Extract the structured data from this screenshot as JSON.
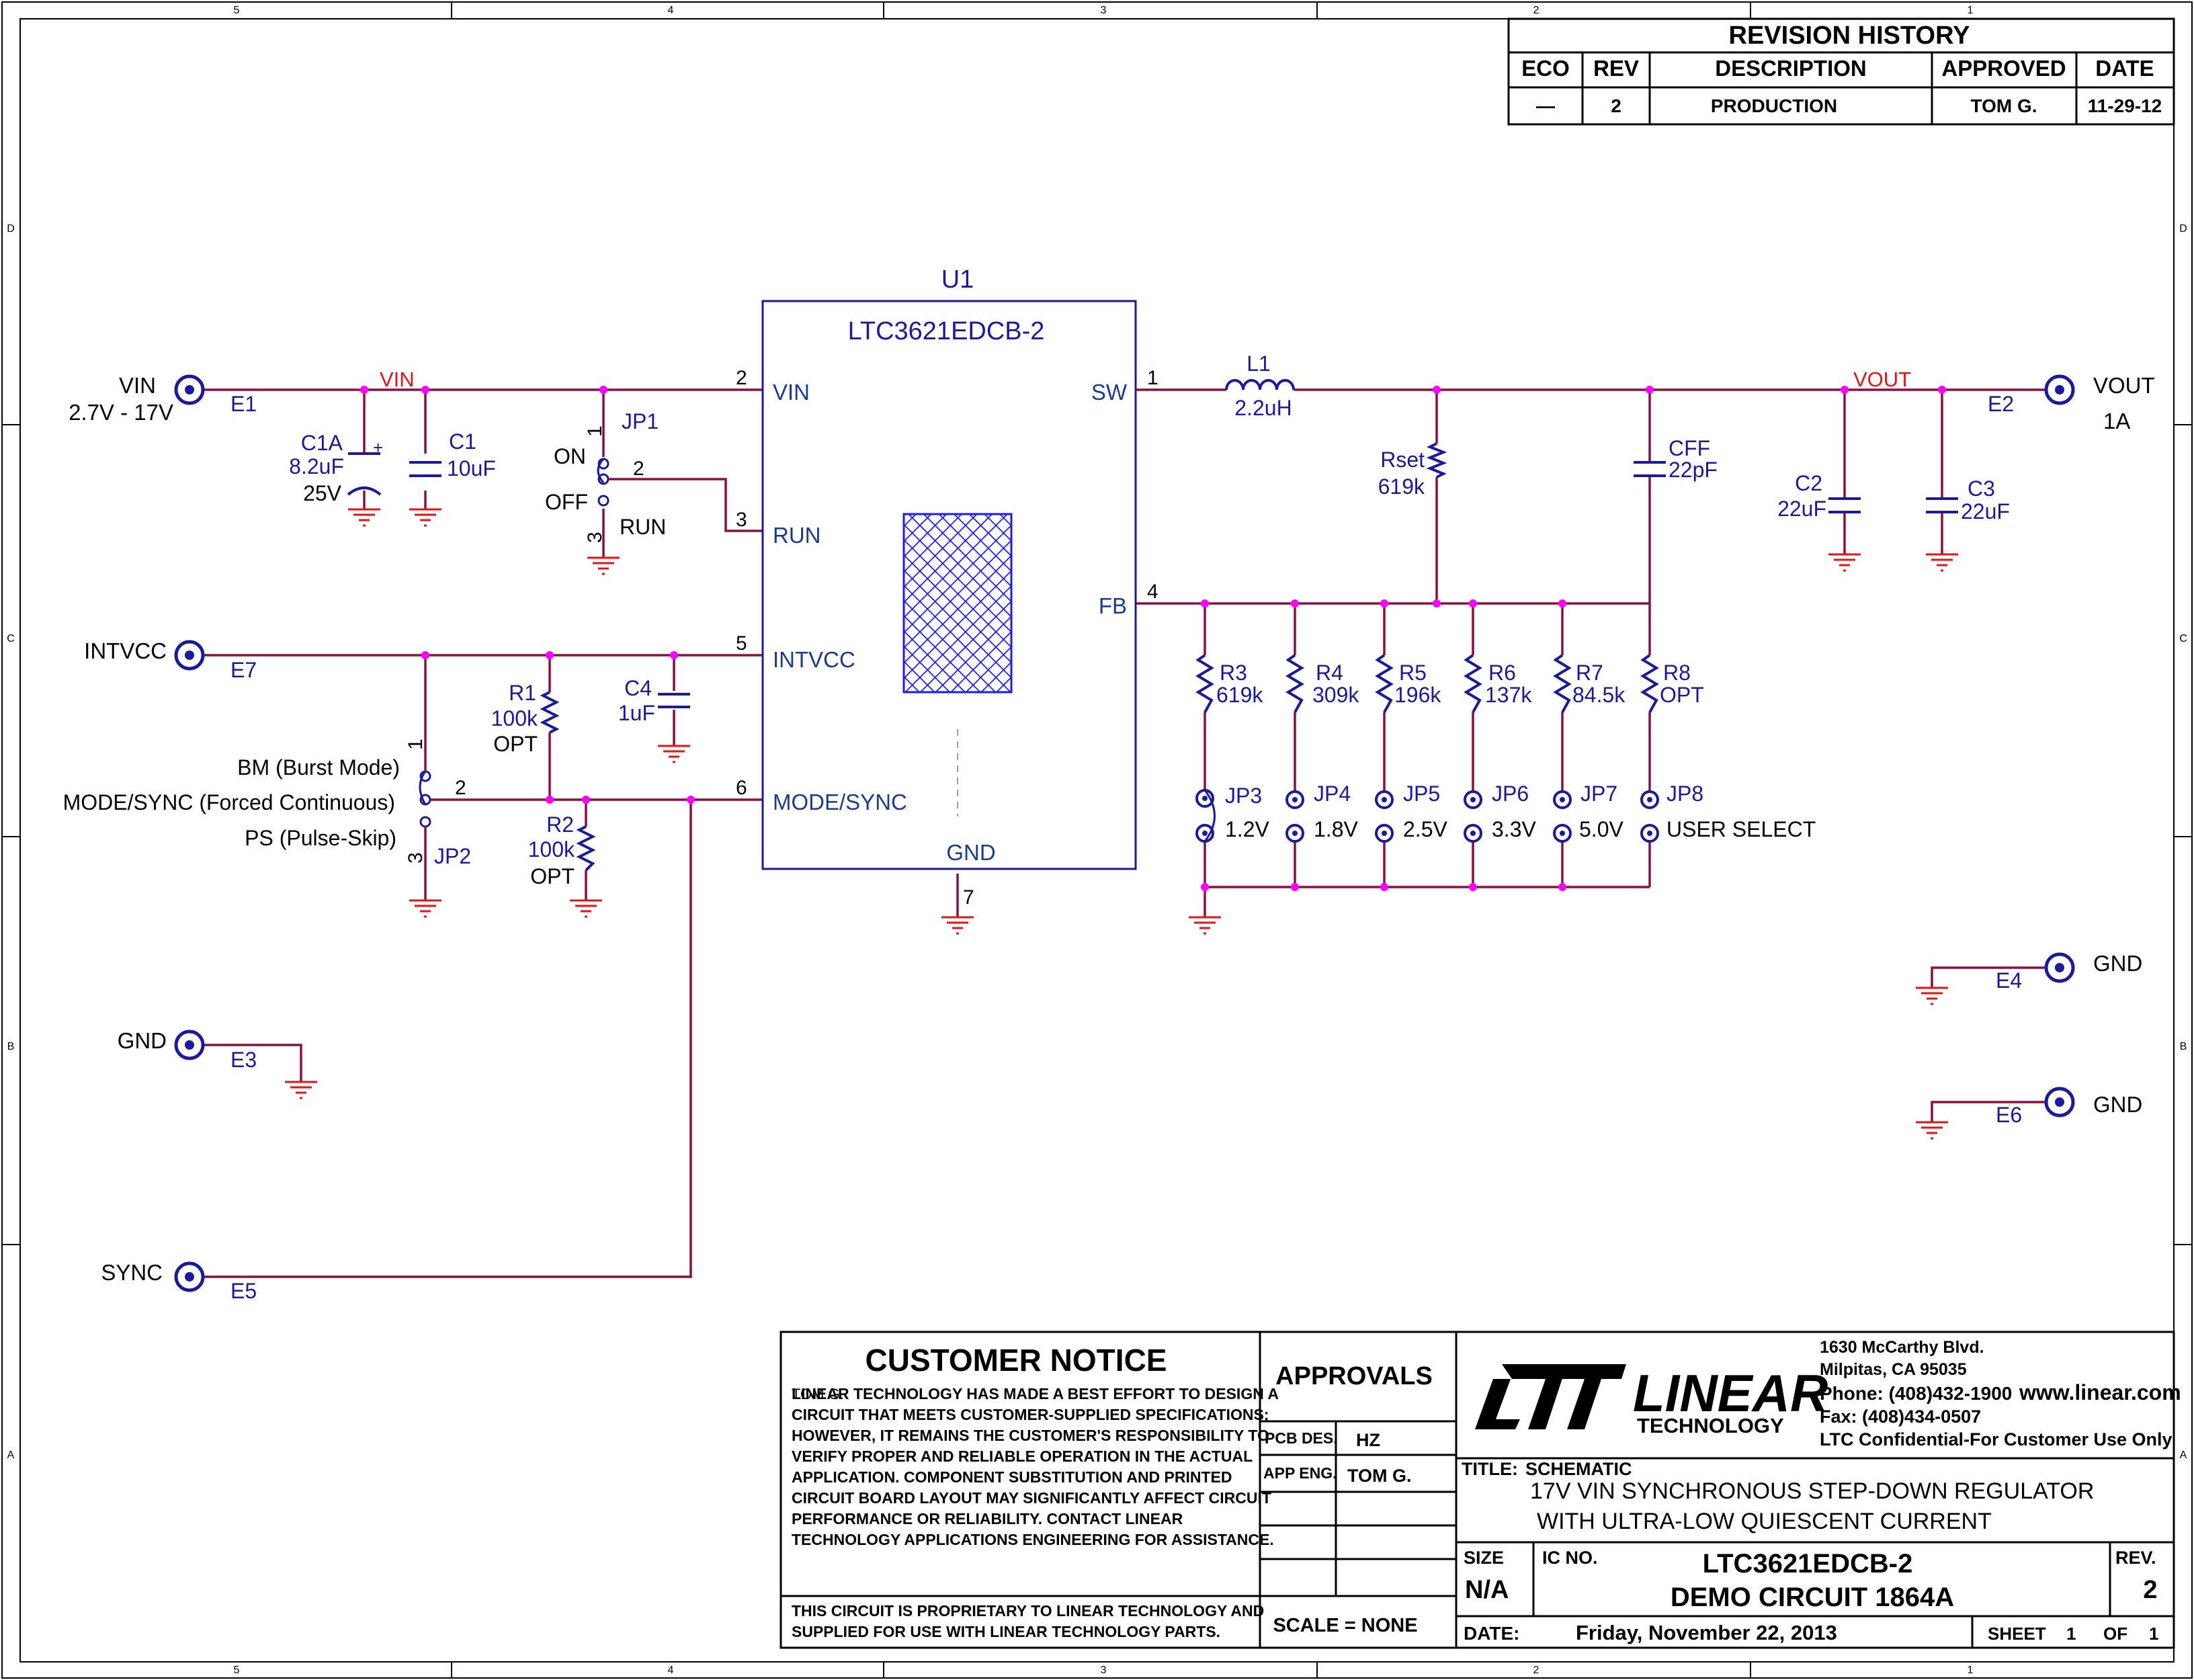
{
  "frame": {
    "cols": [
      "5",
      "4",
      "3",
      "2",
      "1"
    ],
    "rows": [
      "D",
      "C",
      "B",
      "A"
    ]
  },
  "revision": {
    "title": "REVISION HISTORY",
    "headers": [
      "ECO",
      "REV",
      "DESCRIPTION",
      "APPROVED",
      "DATE"
    ],
    "row": [
      "—",
      "2",
      "PRODUCTION",
      "TOM G.",
      "11-29-12"
    ]
  },
  "u1": {
    "ref": "U1",
    "part": "LTC3621EDCB-2",
    "pins": {
      "vin": "VIN",
      "run": "RUN",
      "intvcc": "INTVCC",
      "mode": "MODE/SYNC",
      "sw": "SW",
      "fb": "FB",
      "gnd": "GND"
    },
    "pinnums": {
      "vin": "2",
      "run": "3",
      "intvcc": "5",
      "mode": "6",
      "sw": "1",
      "fb": "4",
      "gnd": "7"
    }
  },
  "terminals": {
    "vin": {
      "name": "VIN",
      "range": "2.7V - 17V",
      "ref": "E1"
    },
    "vout": {
      "name": "VOUT",
      "current": "1A",
      "ref": "E2"
    },
    "intvcc": {
      "name": "INTVCC",
      "ref": "E7"
    },
    "gnd3": {
      "name": "GND",
      "ref": "E3"
    },
    "gnd4": {
      "name": "GND",
      "ref": "E4"
    },
    "gnd6": {
      "name": "GND",
      "ref": "E6"
    },
    "sync": {
      "name": "SYNC",
      "ref": "E5"
    }
  },
  "nets": {
    "vin": "VIN",
    "vout": "VOUT"
  },
  "parts": {
    "c1a": {
      "ref": "C1A",
      "value": "8.2uF",
      "rating": "25V"
    },
    "c1": {
      "ref": "C1",
      "value": "10uF"
    },
    "c4": {
      "ref": "C4",
      "value": "1uF"
    },
    "r1": {
      "ref": "R1",
      "value": "100k",
      "opt": "OPT"
    },
    "r2": {
      "ref": "R2",
      "value": "100k",
      "opt": "OPT"
    },
    "l1": {
      "ref": "L1",
      "value": "2.2uH"
    },
    "rset": {
      "ref": "Rset",
      "value": "619k"
    },
    "cff": {
      "ref": "CFF",
      "value": "22pF"
    },
    "c2": {
      "ref": "C2",
      "value": "22uF"
    },
    "c3": {
      "ref": "C3",
      "value": "22uF"
    }
  },
  "jp1": {
    "ref": "JP1",
    "on": "ON",
    "off": "OFF",
    "p1": "1",
    "p2": "2",
    "p3": "3",
    "net": "RUN"
  },
  "jp2": {
    "ref": "JP2",
    "p1": "1",
    "p2": "2",
    "p3": "3",
    "bm": "BM (Burst Mode)",
    "mode": "MODE/SYNC  (Forced Continuous)",
    "ps": "PS (Pulse-Skip)"
  },
  "fbres": [
    {
      "ref": "R3",
      "value": "619k"
    },
    {
      "ref": "R4",
      "value": "309k"
    },
    {
      "ref": "R5",
      "value": "196k"
    },
    {
      "ref": "R6",
      "value": "137k"
    },
    {
      "ref": "R7",
      "value": "84.5k"
    },
    {
      "ref": "R8",
      "value": "OPT"
    }
  ],
  "fbjp": [
    {
      "ref": "JP3",
      "value": "1.2V"
    },
    {
      "ref": "JP4",
      "value": "1.8V"
    },
    {
      "ref": "JP5",
      "value": "2.5V"
    },
    {
      "ref": "JP6",
      "value": "3.3V"
    },
    {
      "ref": "JP7",
      "value": "5.0V"
    },
    {
      "ref": "JP8",
      "value": "USER SELECT"
    }
  ],
  "notice": {
    "title": "CUSTOMER NOTICE",
    "overlay": "TOM G.",
    "lines": [
      "LINEAR TECHNOLOGY HAS MADE A BEST EFFORT TO DESIGN A",
      "CIRCUIT THAT MEETS CUSTOMER-SUPPLIED SPECIFICATIONS;",
      "HOWEVER, IT REMAINS THE CUSTOMER'S RESPONSIBILITY TO",
      "VERIFY PROPER AND RELIABLE OPERATION IN THE ACTUAL",
      "APPLICATION.  COMPONENT SUBSTITUTION AND PRINTED",
      "CIRCUIT BOARD LAYOUT MAY SIGNIFICANTLY AFFECT CIRCUIT",
      "PERFORMANCE OR RELIABILITY.  CONTACT LINEAR",
      "TECHNOLOGY APPLICATIONS ENGINEERING FOR ASSISTANCE."
    ],
    "prop": [
      "THIS CIRCUIT IS PROPRIETARY TO LINEAR TECHNOLOGY AND",
      "SUPPLIED FOR USE WITH LINEAR TECHNOLOGY PARTS."
    ]
  },
  "approvals": {
    "title": "APPROVALS",
    "pcb_label": "PCB DES.",
    "pcb": "HZ",
    "app_label": "APP ENG.",
    "app": "TOM G.",
    "scale": "SCALE = NONE"
  },
  "company": {
    "name": "LINEAR",
    "sub": "TECHNOLOGY",
    "addr": [
      "1630 McCarthy Blvd.",
      "Milpitas, CA 95035",
      "Phone: (408)432-1900",
      "Fax: (408)434-0507",
      "LTC Confidential-For Customer Use Only"
    ],
    "web": "www.linear.com"
  },
  "title": {
    "label": "TITLE:",
    "kind": "SCHEMATIC",
    "l1": "17V VIN SYNCHRONOUS STEP-DOWN REGULATOR",
    "l2": "WITH ULTRA-LOW QUIESCENT CURRENT",
    "size_label": "SIZE",
    "size": "N/A",
    "ic_label": "IC NO.",
    "ic": "LTC3621EDCB-2",
    "demo": "DEMO CIRCUIT 1864A",
    "rev_label": "REV.",
    "rev": "2",
    "date_label": "DATE:",
    "date": "Friday, November 22, 2013",
    "sheet_label": "SHEET",
    "sheet": "1",
    "of_label": "OF",
    "of": "1"
  }
}
